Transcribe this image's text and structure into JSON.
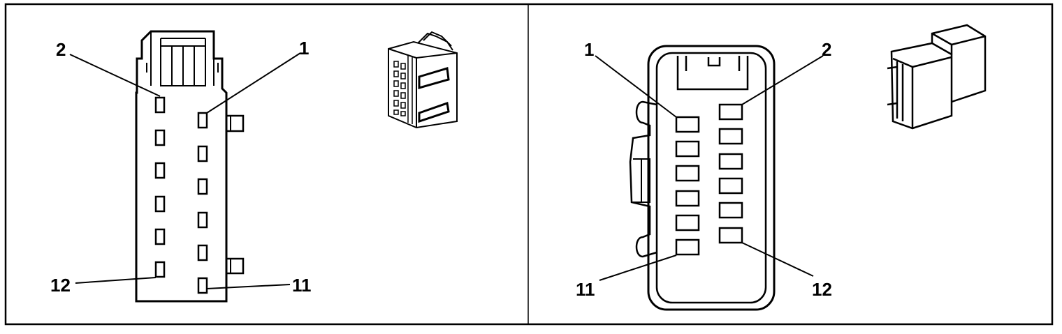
{
  "left_view": {
    "pin_labels": {
      "pin_1": "1",
      "pin_2": "2",
      "pin_11": "11",
      "pin_12": "12"
    },
    "thumbnail_icon": "connector-isometric-icon"
  },
  "right_view": {
    "pin_labels": {
      "pin_1": "1",
      "pin_2": "2",
      "pin_11": "11",
      "pin_12": "12"
    },
    "thumbnail_icon": "connector-isometric-icon"
  },
  "colors": {
    "line": "#000000",
    "background": "#ffffff"
  }
}
